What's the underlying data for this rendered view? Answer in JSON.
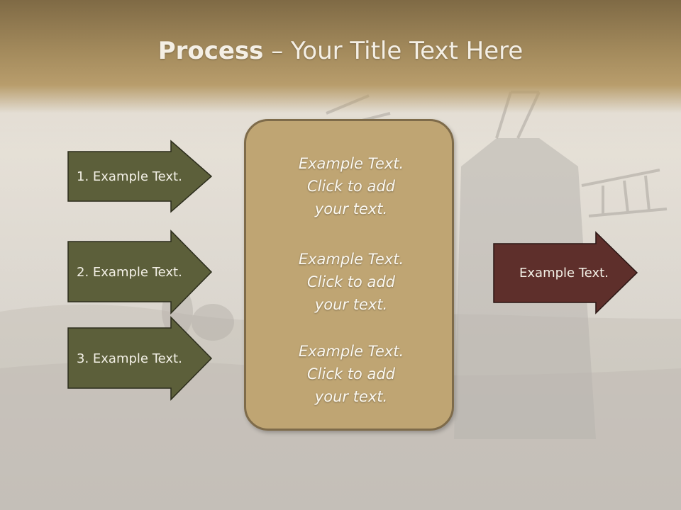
{
  "slide": {
    "title_bold": "Process",
    "title_rest": " – Your Title Text Here"
  },
  "left_arrows": [
    {
      "label": "1. Example Text."
    },
    {
      "label": "2. Example Text."
    },
    {
      "label": "3. Example Text."
    }
  ],
  "center_box": {
    "items": [
      "Example Text.\nClick  to add\nyour text.",
      "Example Text.\nClick  to add\nyour text.",
      "Example Text.\nClick  to add\nyour text."
    ]
  },
  "right_arrow": {
    "label": "Example Text."
  },
  "colors": {
    "left_arrow_fill": "#5c5f3a",
    "right_arrow_fill": "#5e2f2b",
    "center_box_fill": "#bfa573"
  }
}
